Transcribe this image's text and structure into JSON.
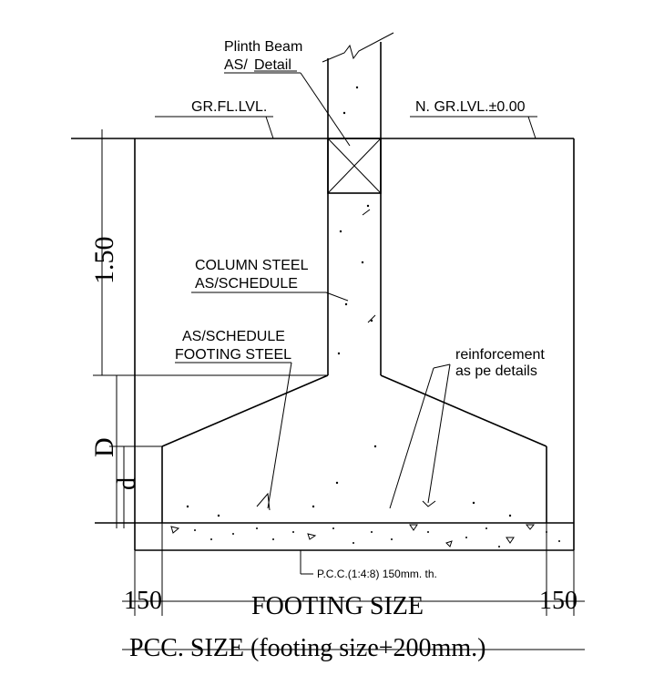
{
  "labels": {
    "plinth_beam_line1": "Plinth Beam",
    "plinth_beam_line2_prefix": "AS/",
    "plinth_beam_line2_link": "Detail",
    "gr_fl_lvl": "GR.FL.LVL.",
    "n_gr_lvl": "N. GR.LVL.±0.00",
    "column_steel_line1": "COLUMN STEEL",
    "column_steel_line2": "AS/SCHEDULE",
    "footing_steel_line1": "AS/SCHEDULE",
    "footing_steel_line2": "FOOTING STEEL",
    "reinforcement_line1": "reinforcement",
    "reinforcement_line2": "as pe details",
    "pcc_note": "P.C.C.(1:4:8) 150mm. th."
  },
  "dimensions": {
    "depth": "1.50",
    "D": "D",
    "d": "d",
    "left_offset": "150",
    "right_offset": "150",
    "footing_size": "FOOTING SIZE",
    "pcc_size": "PCC.  SIZE (footing size+200mm.)"
  }
}
